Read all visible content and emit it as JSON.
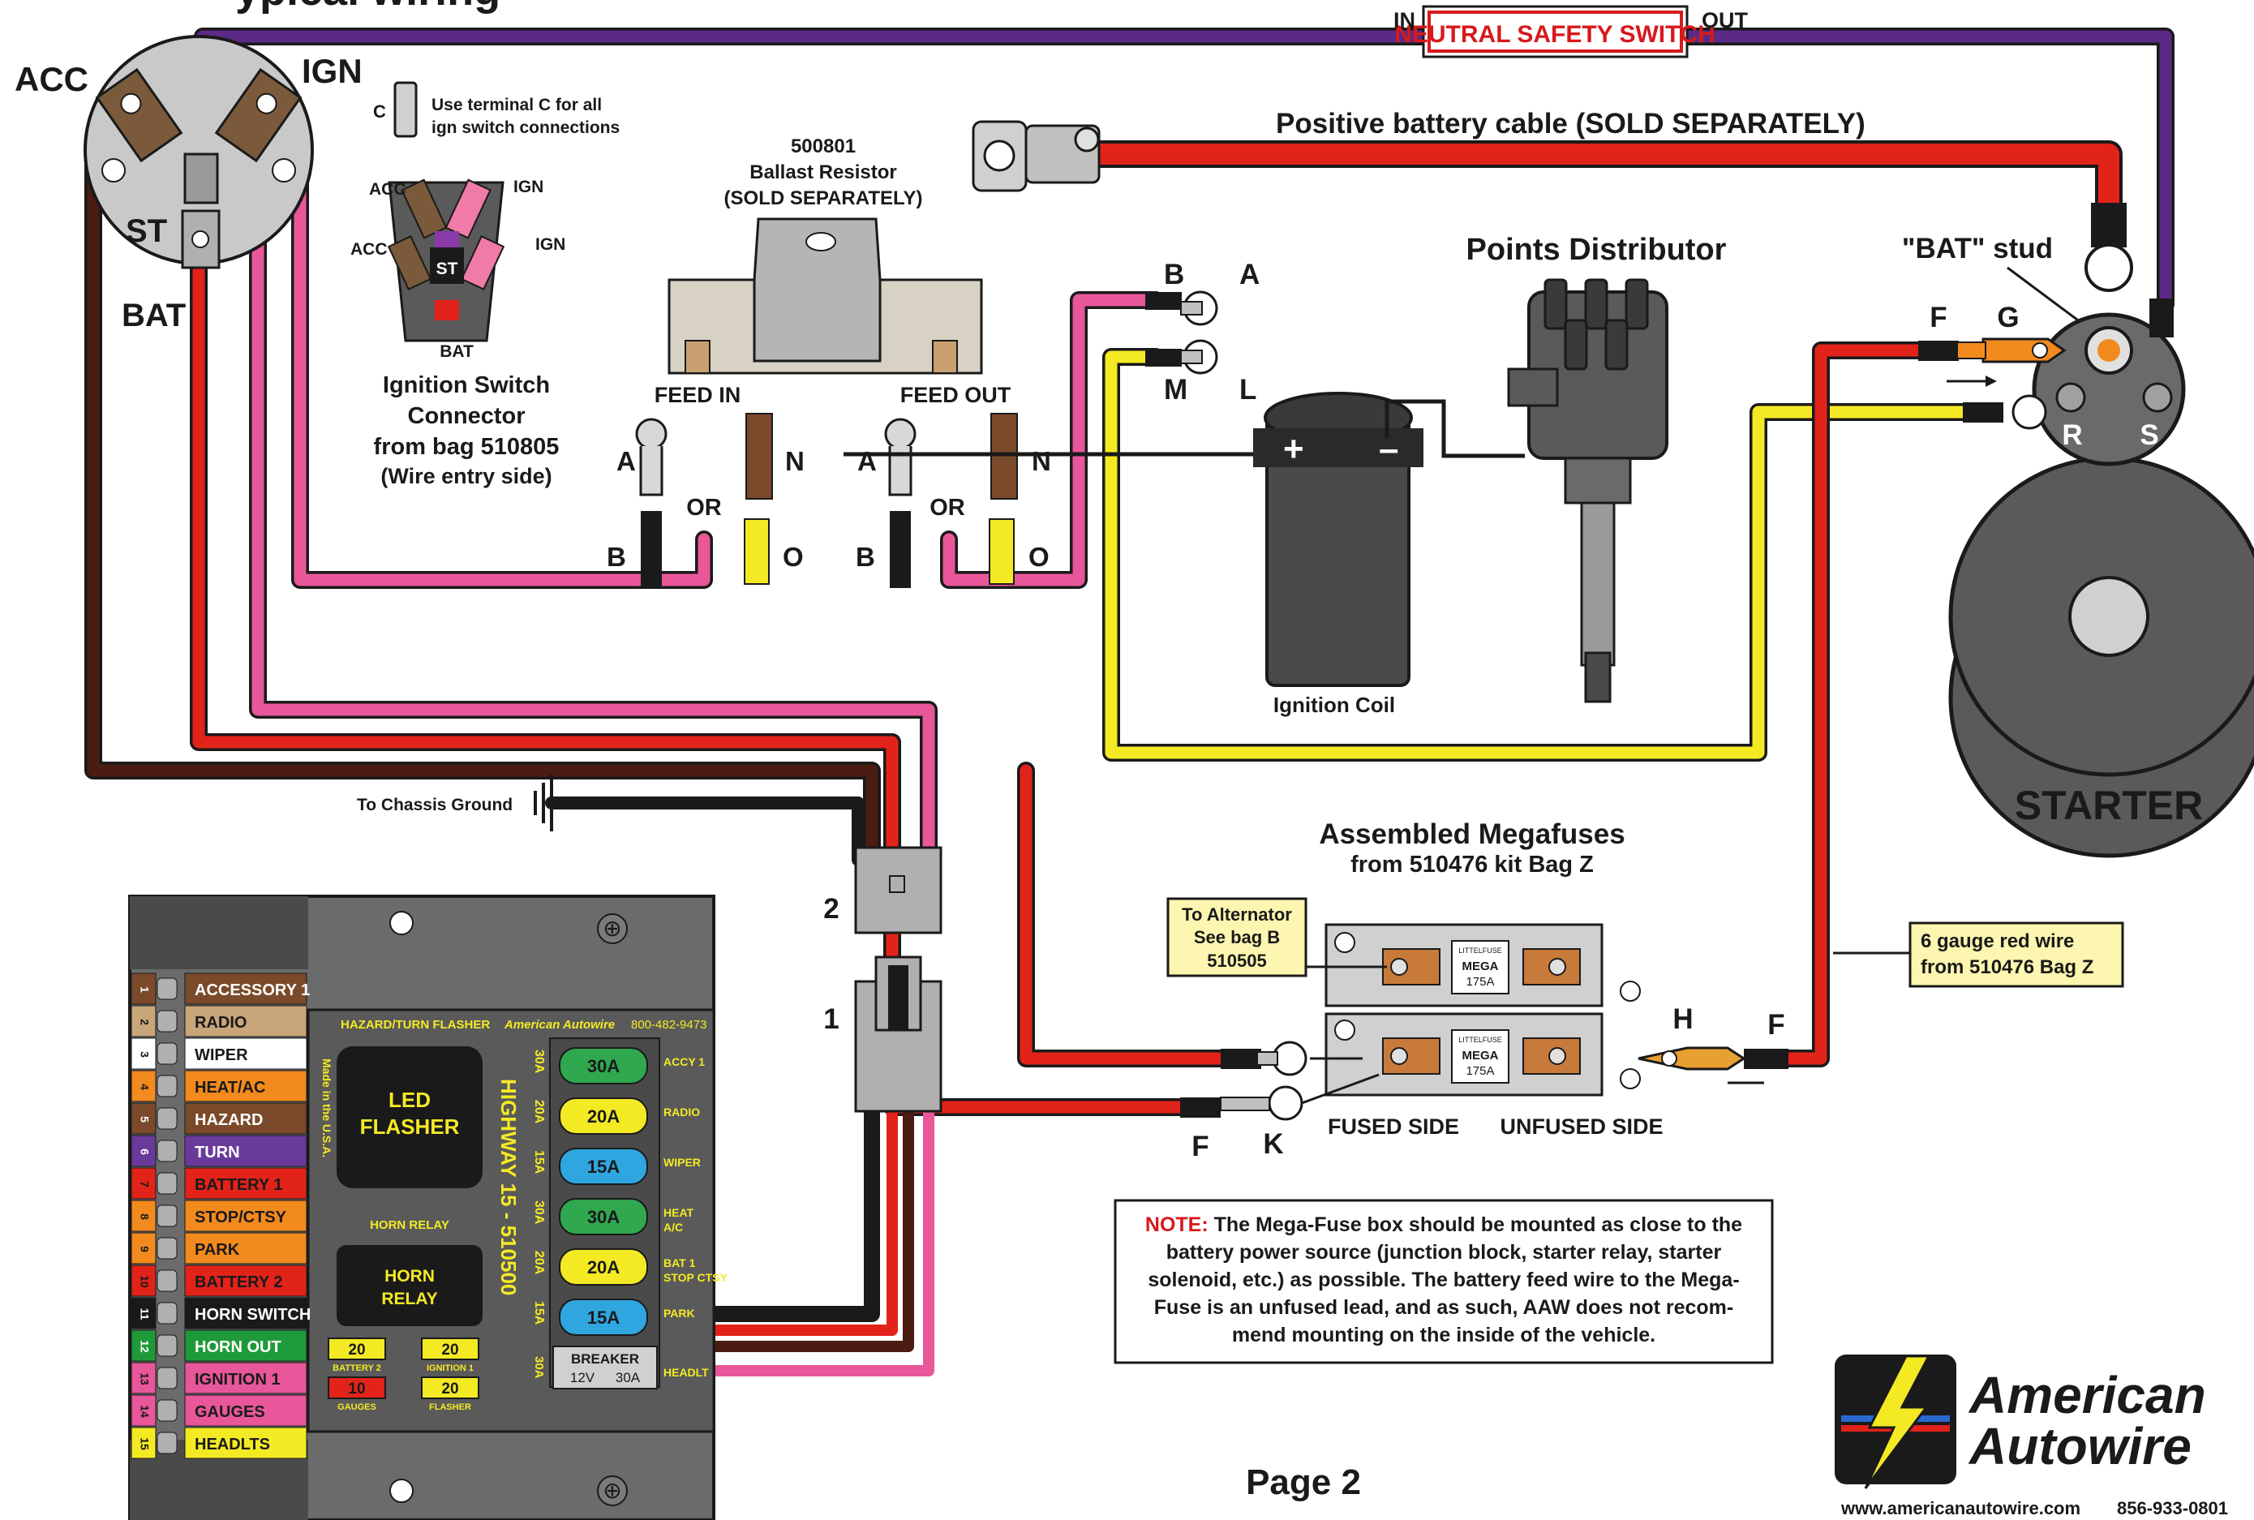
{
  "colors": {
    "red": "#e2231a",
    "pink": "#e8579a",
    "purple": "#5b2a86",
    "brown": "#4a1c12",
    "yellow": "#f4ea24",
    "black": "#1a1a1a",
    "panel": "#6b6b6b",
    "note_red": "#d7191c",
    "label_yellow": "#fdf6b0"
  },
  "header": {
    "title_fragment": "ypical wiring",
    "nss_in": "IN",
    "nss_label": "NEUTRAL SAFETY SWITCH",
    "nss_out": "OUT"
  },
  "ignition_switch": {
    "acc": "ACC",
    "ign": "IGN",
    "st": "ST",
    "bat": "BAT"
  },
  "connector": {
    "c_label": "C",
    "note_line1": "Use terminal C for all",
    "note_line2": "ign switch connections",
    "acc1": "ACC",
    "acc2": "ACC",
    "ign1": "IGN",
    "ign2": "IGN",
    "st": "ST",
    "bat": "BAT",
    "caption_line1": "Ignition Switch",
    "caption_line2": "Connector",
    "caption_line3": "from bag 510805",
    "caption_line4": "(Wire entry side)"
  },
  "resistor": {
    "part": "500801",
    "name": "Ballast Resistor",
    "note": "(SOLD SEPARATELY)",
    "feed_in": "FEED IN",
    "feed_out": "FEED OUT",
    "left": {
      "a": "A",
      "n": "N",
      "b": "B",
      "o": "O",
      "or": "OR"
    },
    "right": {
      "a": "A",
      "n": "N",
      "b": "B",
      "o": "O",
      "or": "OR"
    }
  },
  "battery_cable": {
    "label": "Positive battery cable (SOLD SEPARATELY)"
  },
  "distributor": {
    "title": "Points Distributor",
    "b": "B",
    "a": "A",
    "m": "M",
    "l": "L",
    "coil_label": "Ignition Coil",
    "plus": "+",
    "minus": "–"
  },
  "starter": {
    "bat_stud": "\"BAT\" stud",
    "f": "F",
    "g": "G",
    "r": "R",
    "s": "S",
    "label": "STARTER"
  },
  "ground": {
    "label": "To Chassis Ground"
  },
  "plug": {
    "n2": "2",
    "n1": "1"
  },
  "megafuse": {
    "title": "Assembled Megafuses",
    "subtitle": "from 510476 kit Bag Z",
    "alt_line1": "To Alternator",
    "alt_line2": "See bag B",
    "alt_line3": "510505",
    "fuse_brand": "LITTELFUSE",
    "fuse_name": "MEGA",
    "fuse_rating": "175A",
    "h": "H",
    "f_right": "F",
    "f_left": "F",
    "k": "K",
    "fused_side": "FUSED SIDE",
    "unfused_side": "UNFUSED SIDE",
    "wire_line1": "6 gauge red wire",
    "wire_line2": "from 510476 Bag Z"
  },
  "note": {
    "lead": "NOTE:",
    "line1": "The Mega-Fuse box should be mounted as close to the",
    "line2": "battery power source (junction block, starter relay, starter",
    "line3": "solenoid, etc.) as possible.  The battery feed wire to the Mega-",
    "line4": "Fuse is an unfused lead, and as such, AAW does not recom-",
    "line5": "mend mounting on the inside of the vehicle."
  },
  "fuse_panel": {
    "circuits": [
      {
        "num": "1",
        "label": "ACCESSORY 1",
        "bg": "#7a4a2a",
        "fg": "#ffffff"
      },
      {
        "num": "2",
        "label": "RADIO",
        "bg": "#c9a57a",
        "fg": "#1a1a1a"
      },
      {
        "num": "3",
        "label": "WIPER",
        "bg": "#ffffff",
        "fg": "#1a1a1a"
      },
      {
        "num": "4",
        "label": "HEAT/AC",
        "bg": "#f28a1e",
        "fg": "#1a1a1a"
      },
      {
        "num": "5",
        "label": "HAZARD",
        "bg": "#7a4a2a",
        "fg": "#ffffff"
      },
      {
        "num": "6",
        "label": "TURN",
        "bg": "#6a3a9a",
        "fg": "#ffffff"
      },
      {
        "num": "7",
        "label": "BATTERY 1",
        "bg": "#e2231a",
        "fg": "#1a1a1a"
      },
      {
        "num": "8",
        "label": "STOP/CTSY",
        "bg": "#f28a1e",
        "fg": "#1a1a1a"
      },
      {
        "num": "9",
        "label": "PARK",
        "bg": "#f28a1e",
        "fg": "#1a1a1a"
      },
      {
        "num": "10",
        "label": "BATTERY 2",
        "bg": "#e2231a",
        "fg": "#1a1a1a"
      },
      {
        "num": "11",
        "label": "HORN SWITCH",
        "bg": "#1a1a1a",
        "fg": "#ffffff"
      },
      {
        "num": "12",
        "label": "HORN OUT",
        "bg": "#1f9a3a",
        "fg": "#ffffff"
      },
      {
        "num": "13",
        "label": "IGNITION 1",
        "bg": "#e8579a",
        "fg": "#1a1a1a"
      },
      {
        "num": "14",
        "label": "GAUGES",
        "bg": "#e8579a",
        "fg": "#1a1a1a"
      },
      {
        "num": "15",
        "label": "HEADLTS",
        "bg": "#f4ea24",
        "fg": "#1a1a1a"
      }
    ],
    "flasher_header": "HAZARD/TURN FLASHER",
    "brand": "American Autowire",
    "phone": "800-482-9473",
    "made_in": "Made in the U.S.A.",
    "led_line1": "LED",
    "led_line2": "FLASHER",
    "horn_relay_label": "HORN RELAY",
    "horn_line1": "HORN",
    "horn_line2": "RELAY",
    "model": "HIGHWAY 15 - 510500",
    "fuses": [
      {
        "amp": "30A",
        "rating": "30A",
        "color": "#2fa84f",
        "label1": "ACCY 1",
        "label2": ""
      },
      {
        "amp": "20A",
        "rating": "20A",
        "color": "#f4ea24",
        "label1": "RADIO",
        "label2": ""
      },
      {
        "amp": "15A",
        "rating": "15A",
        "color": "#2fa6e0",
        "label1": "WIPER",
        "label2": ""
      },
      {
        "amp": "30A",
        "rating": "30A",
        "color": "#2fa84f",
        "label1": "HEAT",
        "label2": "A/C"
      },
      {
        "amp": "20A",
        "rating": "20A",
        "color": "#f4ea24",
        "label1": "BAT 1",
        "label2": "STOP CTSY"
      },
      {
        "amp": "15A",
        "rating": "15A",
        "color": "#2fa6e0",
        "label1": "PARK",
        "label2": ""
      }
    ],
    "breaker_title": "BREAKER",
    "breaker_volt": "12V",
    "breaker_amp": "30A",
    "breaker_rating": "30A",
    "breaker_label": "HEADLT",
    "mini": [
      {
        "val": "20",
        "label": "BATTERY 2",
        "color": "#f4ea24"
      },
      {
        "val": "20",
        "label": "IGNITION 1",
        "color": "#f4ea24"
      },
      {
        "val": "10",
        "label": "GAUGES",
        "color": "#e2231a"
      },
      {
        "val": "20",
        "label": "FLASHER",
        "color": "#f4ea24"
      }
    ]
  },
  "footer": {
    "page": "Page 2",
    "logo_line1": "American",
    "logo_line2": "Autowire",
    "url": "www.americanautowire.com",
    "phone": "856-933-0801"
  }
}
